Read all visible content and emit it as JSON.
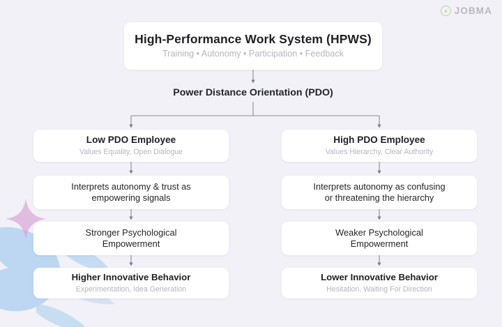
{
  "brand": {
    "name": "JOBMA",
    "icon": "play-circle-icon",
    "color": "#8bc34a"
  },
  "canvas": {
    "background_color": "#f1f1f7",
    "card_color": "#ffffff",
    "title_color": "#1f2024",
    "subtitle_color": "#b5b5bf",
    "connector_color": "#8b8b99",
    "decor": {
      "bird_color": "#a8cdef",
      "sparkle_color": "#d9a6d6"
    }
  },
  "chart_data": {
    "type": "diagram",
    "title": "High-Performance Work System (HPWS) moderated by Power Distance Orientation",
    "root": {
      "title": "High-Performance Work System (HPWS)",
      "subtitle": "Training • Autonomy • Participation • Feedback"
    },
    "moderator": {
      "title": "Power Distance Orientation (PDO)"
    },
    "branches": [
      {
        "id": "low-pdo",
        "side": "left",
        "steps": [
          {
            "title": "Low PDO Employee",
            "subtitle": "Values Equality, Open Dialogue"
          },
          {
            "title": "Interprets autonomy & trust as empowering signals",
            "subtitle": ""
          },
          {
            "title": "Stronger Psychological Empowerment",
            "subtitle": ""
          },
          {
            "title": "Higher Innovative Behavior",
            "subtitle": "Experimentation, Idea Generation"
          }
        ]
      },
      {
        "id": "high-pdo",
        "side": "right",
        "steps": [
          {
            "title": "High PDO Employee",
            "subtitle": "Values Hierarchy, Clear Authority"
          },
          {
            "title": "Interprets autonomy as confusing or threatening the hierarchy",
            "subtitle": ""
          },
          {
            "title": "Weaker Psychological Empowerment",
            "subtitle": ""
          },
          {
            "title": "Lower Innovative Behavior",
            "subtitle": "Hesitation, Waiting For Direction"
          }
        ]
      }
    ]
  },
  "nodes": {
    "hpws": {
      "title": "High-Performance Work System (HPWS)",
      "subtitle": "Training • Autonomy • Participation • Feedback"
    },
    "pdo": {
      "title": "Power Distance Orientation (PDO)"
    },
    "low_head": {
      "title": "Low PDO Employee",
      "subtitle": "Values Equality, Open Dialogue"
    },
    "high_head": {
      "title": "High PDO Employee",
      "subtitle": "Values Hierarchy, Clear Authority"
    },
    "low_interp": {
      "line1": "Interprets autonomy & trust as",
      "line2": "empowering signals"
    },
    "high_interp": {
      "line1": "Interprets autonomy as confusing",
      "line2": "or threatening the hierarchy"
    },
    "low_emp": {
      "line1": "Stronger Psychological",
      "line2": "Empowerment"
    },
    "high_emp": {
      "line1": "Weaker Psychological",
      "line2": "Empowerment"
    },
    "low_out": {
      "title": "Higher Innovative Behavior",
      "subtitle": "Experimentation, Idea Generation"
    },
    "high_out": {
      "title": "Lower Innovative Behavior",
      "subtitle": "Hesitation, Waiting For Direction"
    }
  }
}
